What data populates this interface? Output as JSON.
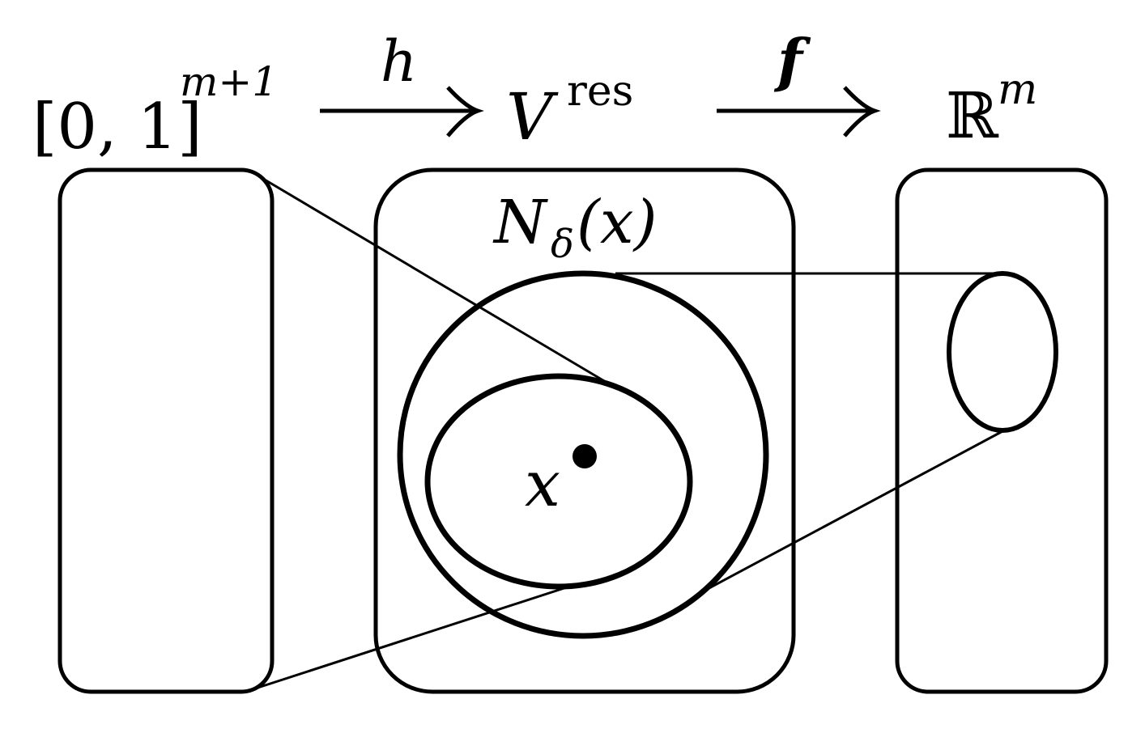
{
  "stroke_color": "#000000",
  "background": "#ffffff",
  "labels": {
    "domain_open": "[0, 1]",
    "domain_exp": "m+1",
    "map_h": "h",
    "space_base": "V",
    "space_sup": "res",
    "map_f": "f",
    "target_base": "ℝ",
    "target_sup": "m",
    "neighborhood_base": "N",
    "neighborhood_sub": "δ",
    "neighborhood_arg": "(x)",
    "point_label": "x"
  }
}
